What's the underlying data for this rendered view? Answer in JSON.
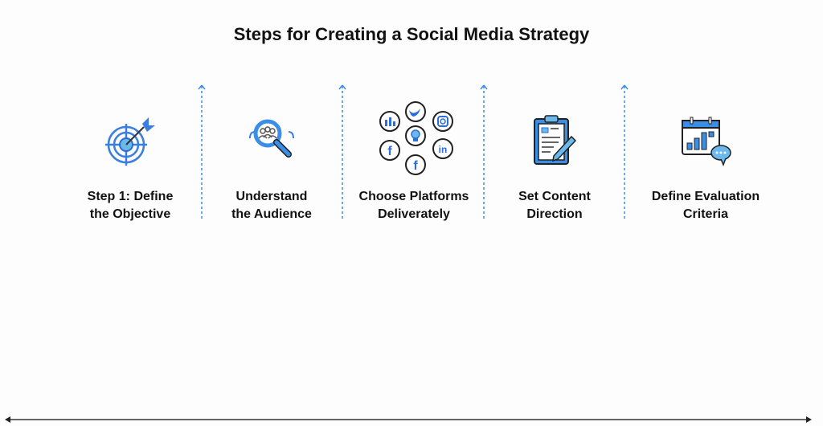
{
  "title": "Steps for Creating a Social Media Strategy",
  "colors": {
    "accent": "#3a8ee6",
    "light_accent": "#6ab8ec",
    "ink": "#1a1a1a"
  },
  "steps": [
    {
      "label_line1": "Step 1: Define",
      "label_line2": "the Objective",
      "icon": "target-icon"
    },
    {
      "label_line1": "Understand",
      "label_line2": "the Audience",
      "icon": "audience-search-icon"
    },
    {
      "label_line1": "Choose Platforms",
      "label_line2": "Deliverately",
      "icon": "social-platforms-icon"
    },
    {
      "label_line1": "Set Content",
      "label_line2": "Direction",
      "icon": "clipboard-pen-icon"
    },
    {
      "label_line1": "Define Evaluation",
      "label_line2": "Criteria",
      "icon": "calendar-chart-icon"
    }
  ]
}
